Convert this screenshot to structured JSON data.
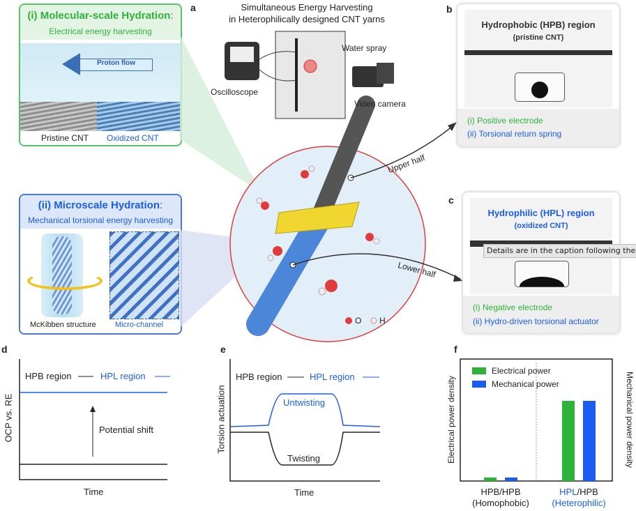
{
  "panel_labels": {
    "a": "a",
    "b": "b",
    "c": "c",
    "d": "d",
    "e": "e",
    "f": "f"
  },
  "panel_i": {
    "title": "(i) Molecular-scale Hydration",
    "title_suffix": ":",
    "subtitle": "Electrical energy harvesting",
    "arrow_label": "Proton flow",
    "left_label": "Pristine CNT",
    "right_label": "Oxidized CNT"
  },
  "panel_ii": {
    "title": "(ii) Microscale Hydration",
    "title_suffix": ":",
    "subtitle": "Mechanical torsional energy harvesting",
    "left_label": "McKibben structure",
    "right_label": "Micro-channel"
  },
  "panel_a": {
    "title_line1": "Simultaneous Energy Harvesting",
    "title_line2": "in Heterophilically designed CNT yarns",
    "oscilloscope": "Oscilloscope",
    "water_spray": "Water spray",
    "video_camera": "Video camera",
    "upper_half": "Upper half",
    "lower_half": "Lower half",
    "legend_o": "O",
    "legend_h": "H"
  },
  "panel_b": {
    "title": "Hydrophobic (HPB) region",
    "subtitle": "(pristine CNT)",
    "item1": "(i)  Positive electrode",
    "item2": "(ii) Torsional return spring"
  },
  "panel_c": {
    "title": "Hydrophilic (HPL) region",
    "subtitle": "(oxidized CNT)",
    "item1": "(i)  Negative electrode",
    "item2": "(ii) Hydro-driven torsional actuator"
  },
  "tooltip": "Details are in the caption following the image",
  "panel_d": {
    "ylabel": "OCP vs. RE",
    "xlabel": "Time",
    "hpb": "HPB region",
    "hpl": "HPL region",
    "annotation": "Potential shift"
  },
  "panel_e": {
    "ylabel": "Torsion actuation",
    "xlabel": "Time",
    "hpb": "HPB region",
    "hpl": "HPL region",
    "untwisting": "Untwisting",
    "twisting": "Twisting"
  },
  "panel_f": {
    "ylabel_left": "Electrical power density",
    "ylabel_right": "Mechanical power density",
    "legend": [
      "Electrical power",
      "Mechanical power"
    ],
    "cat1_line1": "HPB/HPB",
    "cat1_line2": "(Homophobic)",
    "cat2_hpl": "HPL",
    "cat2_rest": "/HPB",
    "cat2_line2": "(Heterophilic)"
  },
  "colors": {
    "green": "#2db33a",
    "blue": "#1a5cf0",
    "red": "#e23b3b",
    "grey": "#eeeeee"
  }
}
